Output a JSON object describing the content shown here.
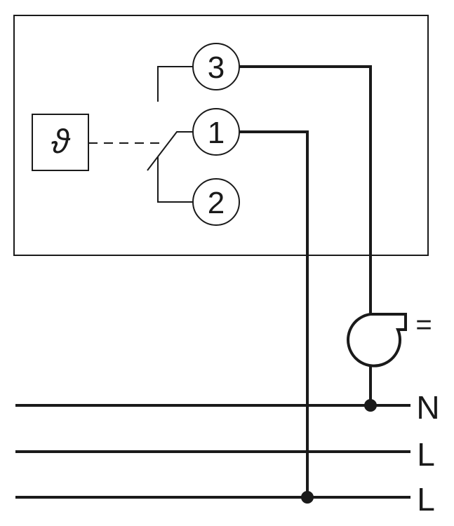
{
  "diagram": {
    "terminals": [
      {
        "id": "t3",
        "label": "3"
      },
      {
        "id": "t1",
        "label": "1"
      },
      {
        "id": "t2",
        "label": "2"
      }
    ],
    "sensor_symbol": "ϑ",
    "supply_lines": [
      {
        "id": "line-n",
        "label": "N"
      },
      {
        "id": "line-l1",
        "label": "L"
      },
      {
        "id": "line-l2",
        "label": "L"
      }
    ],
    "fan_symbol": "fan-icon",
    "fan_mark": "="
  }
}
